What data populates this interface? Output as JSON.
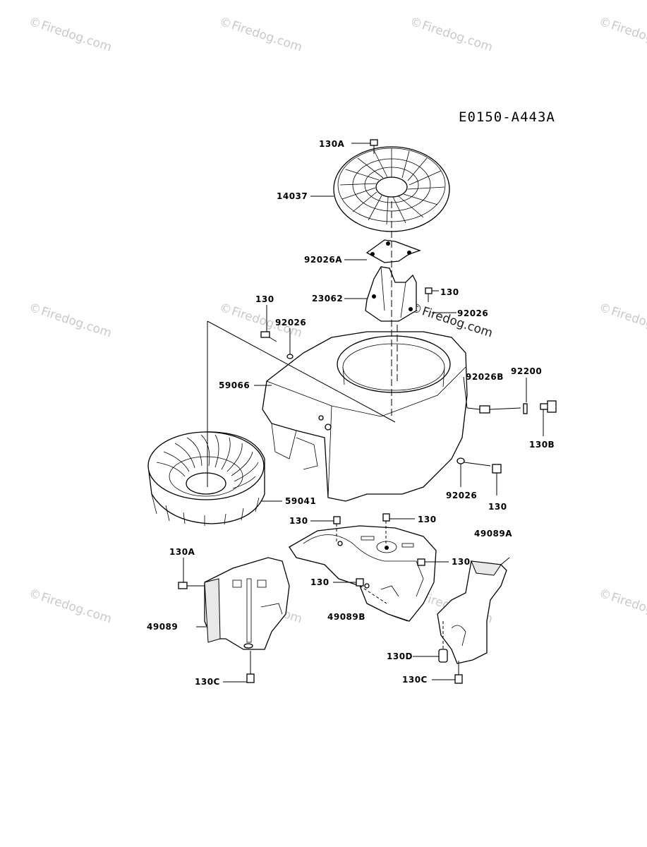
{
  "diagram_code": "E0150-A443A",
  "watermark_text": "Firedog.com",
  "watermark_symbol": "©",
  "parts": [
    {
      "id": "p130a_top",
      "label": "130A"
    },
    {
      "id": "p14037",
      "label": "14037"
    },
    {
      "id": "p92026a",
      "label": "92026A"
    },
    {
      "id": "p23062",
      "label": "23062"
    },
    {
      "id": "p130_r1",
      "label": "130"
    },
    {
      "id": "p92026_r1",
      "label": "92026"
    },
    {
      "id": "p130_l1",
      "label": "130"
    },
    {
      "id": "p92026_l1",
      "label": "92026"
    },
    {
      "id": "p59066",
      "label": "59066"
    },
    {
      "id": "p92026b",
      "label": "92026B"
    },
    {
      "id": "p92200",
      "label": "92200"
    },
    {
      "id": "p130b",
      "label": "130B"
    },
    {
      "id": "p59041",
      "label": "59041"
    },
    {
      "id": "p92026_r2",
      "label": "92026"
    },
    {
      "id": "p130_r2",
      "label": "130"
    },
    {
      "id": "p130_m1",
      "label": "130"
    },
    {
      "id": "p130_m2",
      "label": "130"
    },
    {
      "id": "p130_m3",
      "label": "130"
    },
    {
      "id": "p49089a",
      "label": "49089A"
    },
    {
      "id": "p130a_low",
      "label": "130A"
    },
    {
      "id": "p130_m4",
      "label": "130"
    },
    {
      "id": "p49089",
      "label": "49089"
    },
    {
      "id": "p49089b",
      "label": "49089B"
    },
    {
      "id": "p130d",
      "label": "130D"
    },
    {
      "id": "p130c_l",
      "label": "130C"
    },
    {
      "id": "p130c_r",
      "label": "130C"
    }
  ]
}
